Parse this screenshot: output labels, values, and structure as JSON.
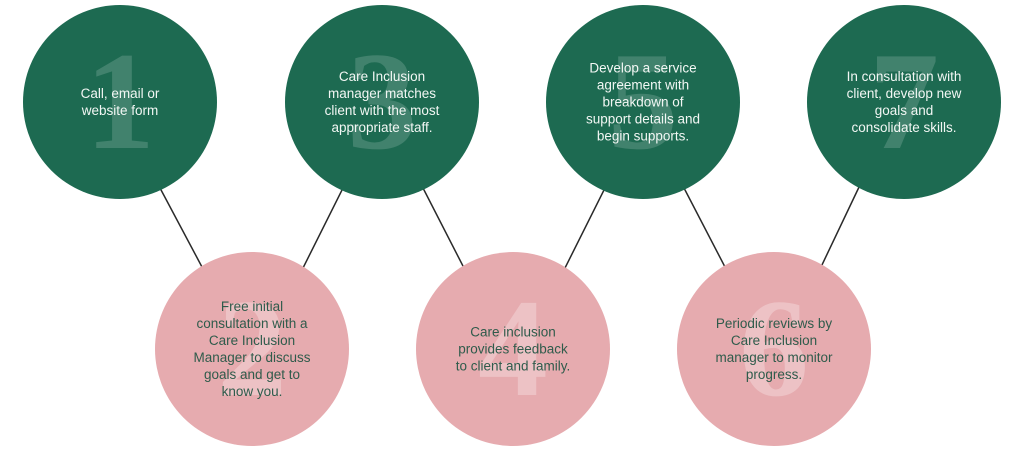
{
  "colors": {
    "green": "#1d6a51",
    "pink": "#e6abaf",
    "connector": "#2a2a2a"
  },
  "steps": [
    {
      "number": "1",
      "text": "Call, email or website form",
      "color": "green"
    },
    {
      "number": "2",
      "text": "Free initial consultation with a Care Inclusion Manager to discuss goals and get to know you.",
      "color": "pink"
    },
    {
      "number": "3",
      "text": "Care Inclusion manager matches client with the most appropriate staff.",
      "color": "green"
    },
    {
      "number": "4",
      "text": "Care inclusion provides feedback to client and family.",
      "color": "pink"
    },
    {
      "number": "5",
      "text": "Develop a service agreement with breakdown of support details and begin supports.",
      "color": "green"
    },
    {
      "number": "6",
      "text": "Periodic reviews by Care Inclusion manager to monitor progress.",
      "color": "pink"
    },
    {
      "number": "7",
      "text": "In consultation with client, develop new goals and consolidate skills.",
      "color": "green"
    }
  ]
}
